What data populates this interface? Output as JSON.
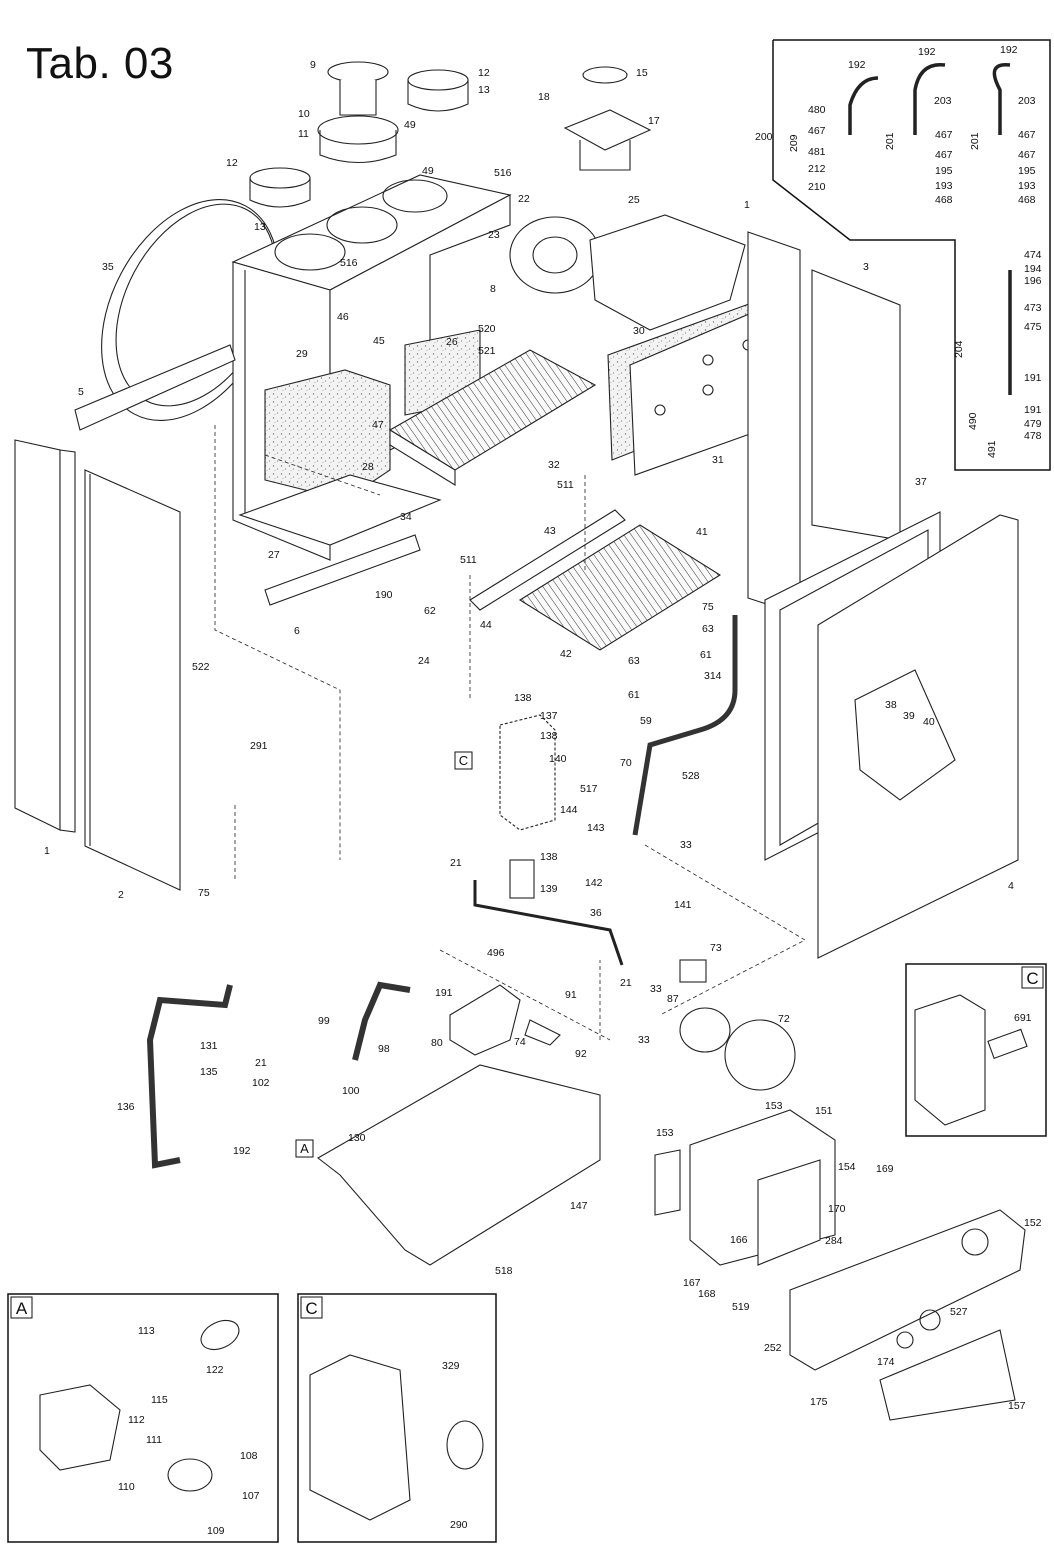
{
  "title": "Tab. 03",
  "inset_boxes": [
    "C",
    "A",
    "C"
  ],
  "markers": [
    "C",
    "A"
  ],
  "labels": {
    "l9": "9",
    "l10": "10",
    "l11": "11",
    "l12a": "12",
    "l13a": "13",
    "l12b": "12",
    "l13b": "13",
    "l49a": "49",
    "l49b": "49",
    "l516a": "516",
    "l516b": "516",
    "l35": "35",
    "l5": "5",
    "l18": "18",
    "l15": "15",
    "l17": "17",
    "l22": "22",
    "l25": "25",
    "l23": "23",
    "l8": "8",
    "l520": "520",
    "l521": "521",
    "l46": "46",
    "l45": "45",
    "l29": "29",
    "l26": "26",
    "l47": "47",
    "l28": "28",
    "l27": "27",
    "l34": "34",
    "l6": "6",
    "l190": "190",
    "l62": "62",
    "l24": "24",
    "l511a": "511",
    "l511b": "511",
    "l32": "32",
    "l30": "30",
    "l31": "31",
    "l43": "43",
    "l41": "41",
    "l44": "44",
    "l42": "42",
    "l75a": "75",
    "l63a": "63",
    "l63b": "63",
    "l61a": "61",
    "l61b": "61",
    "l314": "314",
    "l59": "59",
    "l1a": "1",
    "l3": "3",
    "l37": "37",
    "l4": "4",
    "l38": "38",
    "l39": "39",
    "l40": "40",
    "l522": "522",
    "l291": "291",
    "l136": "136",
    "l138a": "138",
    "l137": "137",
    "l138b": "138",
    "l140": "140",
    "l70": "70",
    "l517": "517",
    "l528": "528",
    "l144": "144",
    "l143": "143",
    "l138c": "138",
    "l21a": "21",
    "l139": "139",
    "l142": "142",
    "l141": "141",
    "l33a": "33",
    "l36": "36",
    "l1b": "1",
    "l2": "2",
    "l75b": "75",
    "l496": "496",
    "l21b": "21",
    "l91": "91",
    "l191": "191",
    "l33b": "33",
    "l87": "87",
    "l33c": "33",
    "l73": "73",
    "l72": "72",
    "l98": "98",
    "l80": "80",
    "l74": "74",
    "l92": "92",
    "l99": "99",
    "l21c": "21",
    "l100": "100",
    "l102": "102",
    "l131": "131",
    "l135": "135",
    "l192a": "192",
    "l130": "130",
    "l147": "147",
    "l518": "518",
    "l153a": "153",
    "l153b": "153",
    "l151": "151",
    "l154": "154",
    "l169": "169",
    "l170": "170",
    "l166": "166",
    "l284": "284",
    "l167": "167",
    "l168": "168",
    "l519": "519",
    "l152": "152",
    "l527": "527",
    "l252": "252",
    "l174": "174",
    "l175": "175",
    "l157": "157",
    "l691": "691",
    "k200": "200",
    "k209": "209",
    "k201a": "201",
    "k201b": "201",
    "k192a": "192",
    "k192b": "192",
    "k192c": "192",
    "k480": "480",
    "k467a": "467",
    "k481": "481",
    "k212": "212",
    "k210": "210",
    "k203a": "203",
    "k467b": "467",
    "k467c": "467",
    "k195a": "195",
    "k193a": "193",
    "k468a": "468",
    "k203b": "203",
    "k467d": "467",
    "k467e": "467",
    "k195b": "195",
    "k193b": "193",
    "k468b": "468",
    "k474": "474",
    "k194": "194",
    "k196": "196",
    "k473": "473",
    "k475": "475",
    "k204": "204",
    "k191a": "191",
    "k191b": "191",
    "k490": "490",
    "k479": "479",
    "k478": "478",
    "k491": "491",
    "a113": "113",
    "a122": "122",
    "a115": "115",
    "a112": "112",
    "a111": "111",
    "a108": "108",
    "a110": "110",
    "a107": "107",
    "a109": "109",
    "c329": "329",
    "c290": "290"
  }
}
